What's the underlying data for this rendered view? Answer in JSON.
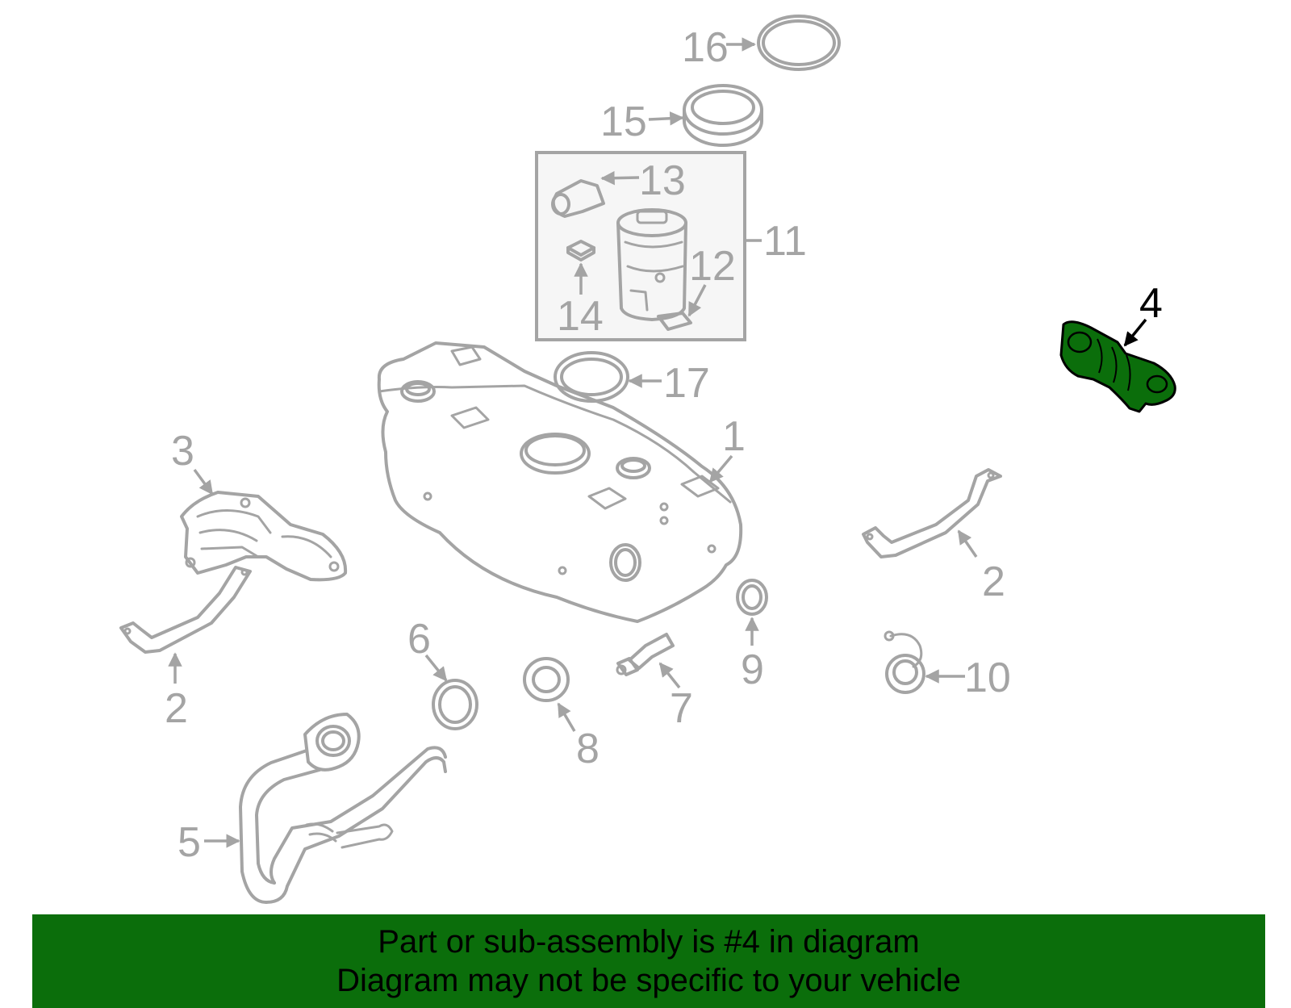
{
  "callouts": {
    "p1": "1",
    "p2a": "2",
    "p2b": "2",
    "p3": "3",
    "p4": "4",
    "p5": "5",
    "p6": "6",
    "p7": "7",
    "p8": "8",
    "p9": "9",
    "p10": "10",
    "p11": "11",
    "p12": "12",
    "p13": "13",
    "p14": "14",
    "p15": "15",
    "p16": "16",
    "p17": "17"
  },
  "highlighted_part": "4",
  "banner": {
    "line1": "Part or sub-assembly is #4 in diagram",
    "line2": "Diagram may not be specific to your vehicle"
  },
  "colors": {
    "part_outline": "#a4a4a4",
    "highlight_fill": "#0b6e0b",
    "banner_bg": "#0b6e0b",
    "module_box_fill": "#f6f6f6"
  }
}
